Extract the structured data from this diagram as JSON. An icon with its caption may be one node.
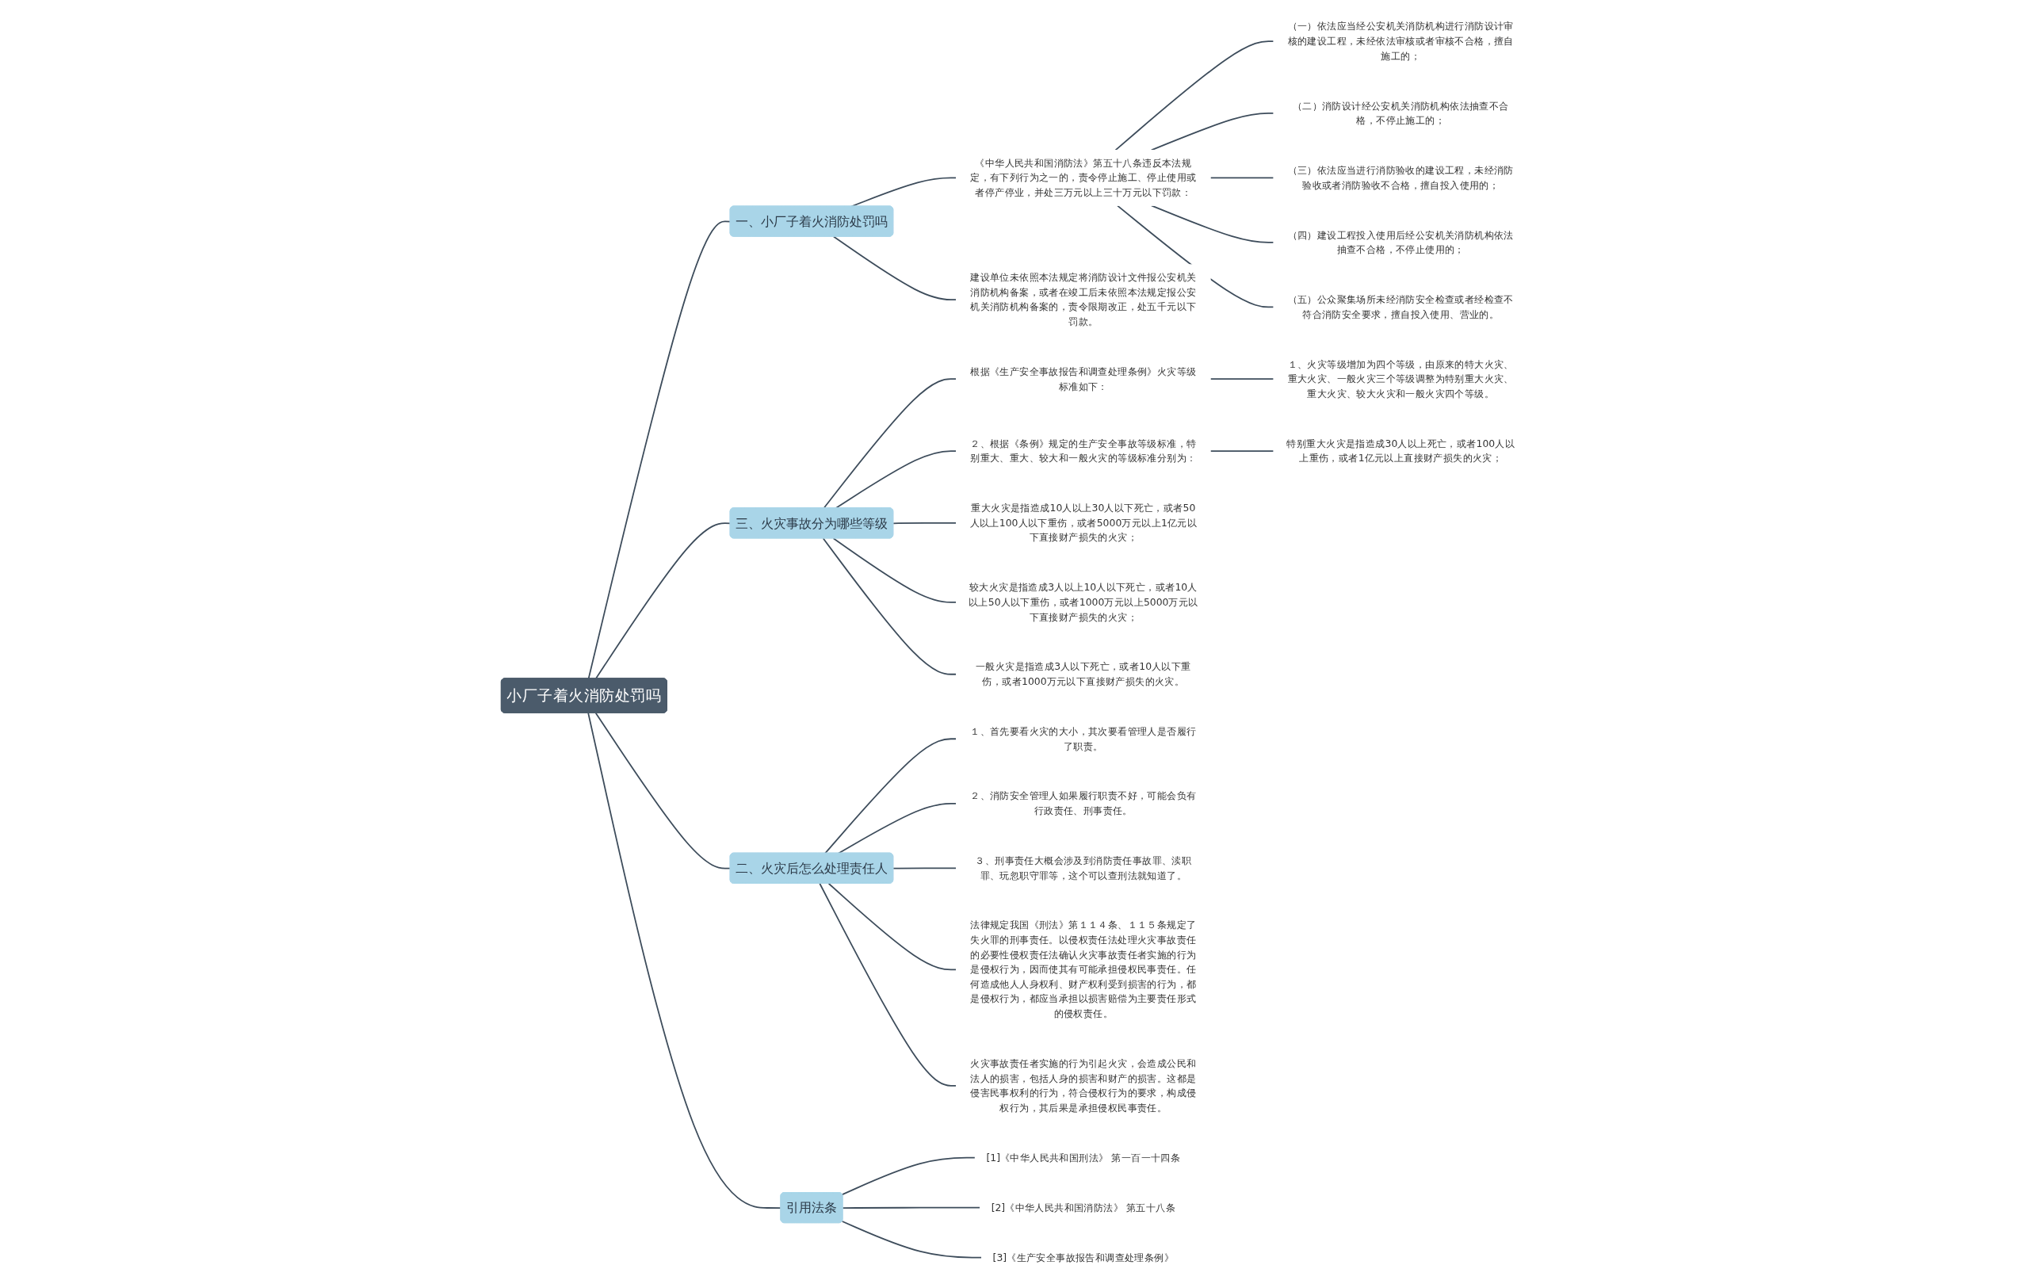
{
  "diagram": {
    "nodes": [
      {
        "text": [
          "小厂子着火消防处罚吗"
        ]
      },
      {
        "text": [
          "一、小厂子着火消防处罚吗"
        ]
      },
      {
        "text": [
          "《中华人民共和国消防法》第五十八条违反本法规定，有下列行为之一的，责令停止施工、停止使用或者停产停业，并处三万元以上三十万元以下罚款："
        ]
      },
      {
        "text": [
          "（一）依法应当经公安机关消防机构进行消防设计审核的建设工程，未经依法审核或者审核不合格，擅自施工的；"
        ]
      },
      {
        "text": [
          "（二）消防设计经公安机关消防机构依法抽查不合格，不停止施工的；"
        ]
      },
      {
        "text": [
          "（三）依法应当进行消防验收的建设工程，未经消防验收或者消防验收不合格，擅自投入使用的；"
        ]
      },
      {
        "text": [
          "（四）建设工程投入使用后经公安机关消防机构依法抽查不合格，不停止使用的；"
        ]
      },
      {
        "text": [
          "（五）公众聚集场所未经消防安全检查或者经检查不符合消防安全要求，擅自投入使用、营业的。"
        ]
      },
      {
        "text": [
          "建设单位未依照本法规定将消防设计文件报公安机关消防机构备案，或者在竣工后未依照本法规定报公安机关消防机构备案的，责令限期改正，处五千元以下罚款。"
        ]
      },
      {
        "text": [
          "三、火灾事故分为哪些等级"
        ]
      },
      {
        "text": [
          "根据《生产安全事故报告和调查处理条例》火灾等级标准如下："
        ]
      },
      {
        "text": [
          "１、火灾等级增加为四个等级，由原来的特大火灾、重大火灾、一般火灾三个等级调整为特别重大火灾、重大火灾、较大火灾和一般火灾四个等级。"
        ]
      },
      {
        "text": [
          "２、根据《条例》规定的生产安全事故等级标准，特别重大、重大、较大和一般火灾的等级标准分别为："
        ]
      },
      {
        "text": [
          "特别重大火灾是指造成30人以上死亡，或者100人以上重伤，或者1亿元以上直接财产损失的火灾；"
        ]
      },
      {
        "text": [
          "重大火灾是指造成10人以上30人以下死亡，或者50人以上100人以下重伤，或者5000万元以上1亿元以下直接财产损失的火灾；"
        ]
      },
      {
        "text": [
          "较大火灾是指造成3人以上10人以下死亡，或者10人以上50人以下重伤，或者1000万元以上5000万元以下直接财产损失的火灾；"
        ]
      },
      {
        "text": [
          "一般火灾是指造成3人以下死亡，或者10人以下重伤，或者1000万元以下直接财产损失的火灾。"
        ]
      },
      {
        "text": [
          "二、火灾后怎么处理责任人"
        ]
      },
      {
        "text": [
          "１、首先要看火灾的大小，其次要看管理人是否履行了职责。"
        ]
      },
      {
        "text": [
          "２、消防安全管理人如果履行职责不好，可能会负有行政责任、刑事责任。"
        ]
      },
      {
        "text": [
          "３、刑事责任大概会涉及到消防责任事故罪、渎职罪、玩忽职守罪等，这个可以查刑法就知道了。"
        ]
      },
      {
        "text": [
          "法律规定我国《刑法》第１１４条、１１５条规定了失火罪的刑事责任。以侵权责任法处理火灾事故责任的必要性侵权责任法确认火灾事故责任者实施的行为是侵权行为，因而使其有可能承担侵权民事责任。任何造成他人人身权利、财产权利受到损害的行为，都是侵权行为，都应当承担以损害赔偿为主要责任形式的侵权责任。"
        ]
      },
      {
        "text": [
          "火灾事故责任者实施的行为引起火灾，会造成公民和法人的损害，包括人身的损害和财产的损害。这都是侵害民事权利的行为，符合侵权行为的要求，构成侵权行为，其后果是承担侵权民事责任。"
        ]
      },
      {
        "text": [
          "引用法条"
        ]
      },
      {
        "text": [
          "[1]《中华人民共和国刑法》 第一百一十四条"
        ]
      },
      {
        "text": [
          "[2]《中华人民共和国消防法》 第五十八条"
        ]
      },
      {
        "text": [
          "[3]《生产安全事故报告和调查处理条例》"
        ]
      }
    ],
    "edges": [
      {
        "from": 0,
        "to": 1,
        "arrow": "none"
      },
      {
        "from": 1,
        "to": 2,
        "arrow": "none"
      },
      {
        "from": 2,
        "to": 3,
        "arrow": "none"
      },
      {
        "from": 2,
        "to": 4,
        "arrow": "none"
      },
      {
        "from": 2,
        "to": 5,
        "arrow": "none"
      },
      {
        "from": 2,
        "to": 6,
        "arrow": "none"
      },
      {
        "from": 2,
        "to": 7,
        "arrow": "none"
      },
      {
        "from": 1,
        "to": 8,
        "arrow": "none"
      },
      {
        "from": 0,
        "to": 9,
        "arrow": "none"
      },
      {
        "from": 9,
        "to": 10,
        "arrow": "none"
      },
      {
        "from": 10,
        "to": 11,
        "arrow": "none"
      },
      {
        "from": 9,
        "to": 12,
        "arrow": "none"
      },
      {
        "from": 12,
        "to": 13,
        "arrow": "none"
      },
      {
        "from": 9,
        "to": 14,
        "arrow": "none"
      },
      {
        "from": 9,
        "to": 15,
        "arrow": "none"
      },
      {
        "from": 9,
        "to": 16,
        "arrow": "none"
      },
      {
        "from": 0,
        "to": 17,
        "arrow": "none"
      },
      {
        "from": 17,
        "to": 18,
        "arrow": "none"
      },
      {
        "from": 17,
        "to": 19,
        "arrow": "none"
      },
      {
        "from": 17,
        "to": 20,
        "arrow": "none"
      },
      {
        "from": 17,
        "to": 21,
        "arrow": "none"
      },
      {
        "from": 17,
        "to": 22,
        "arrow": "none"
      },
      {
        "from": 0,
        "to": 23,
        "arrow": "none"
      },
      {
        "from": 23,
        "to": 24,
        "arrow": "none"
      },
      {
        "from": 23,
        "to": 25,
        "arrow": "none"
      },
      {
        "from": 23,
        "to": 26,
        "arrow": "none"
      }
    ]
  }
}
